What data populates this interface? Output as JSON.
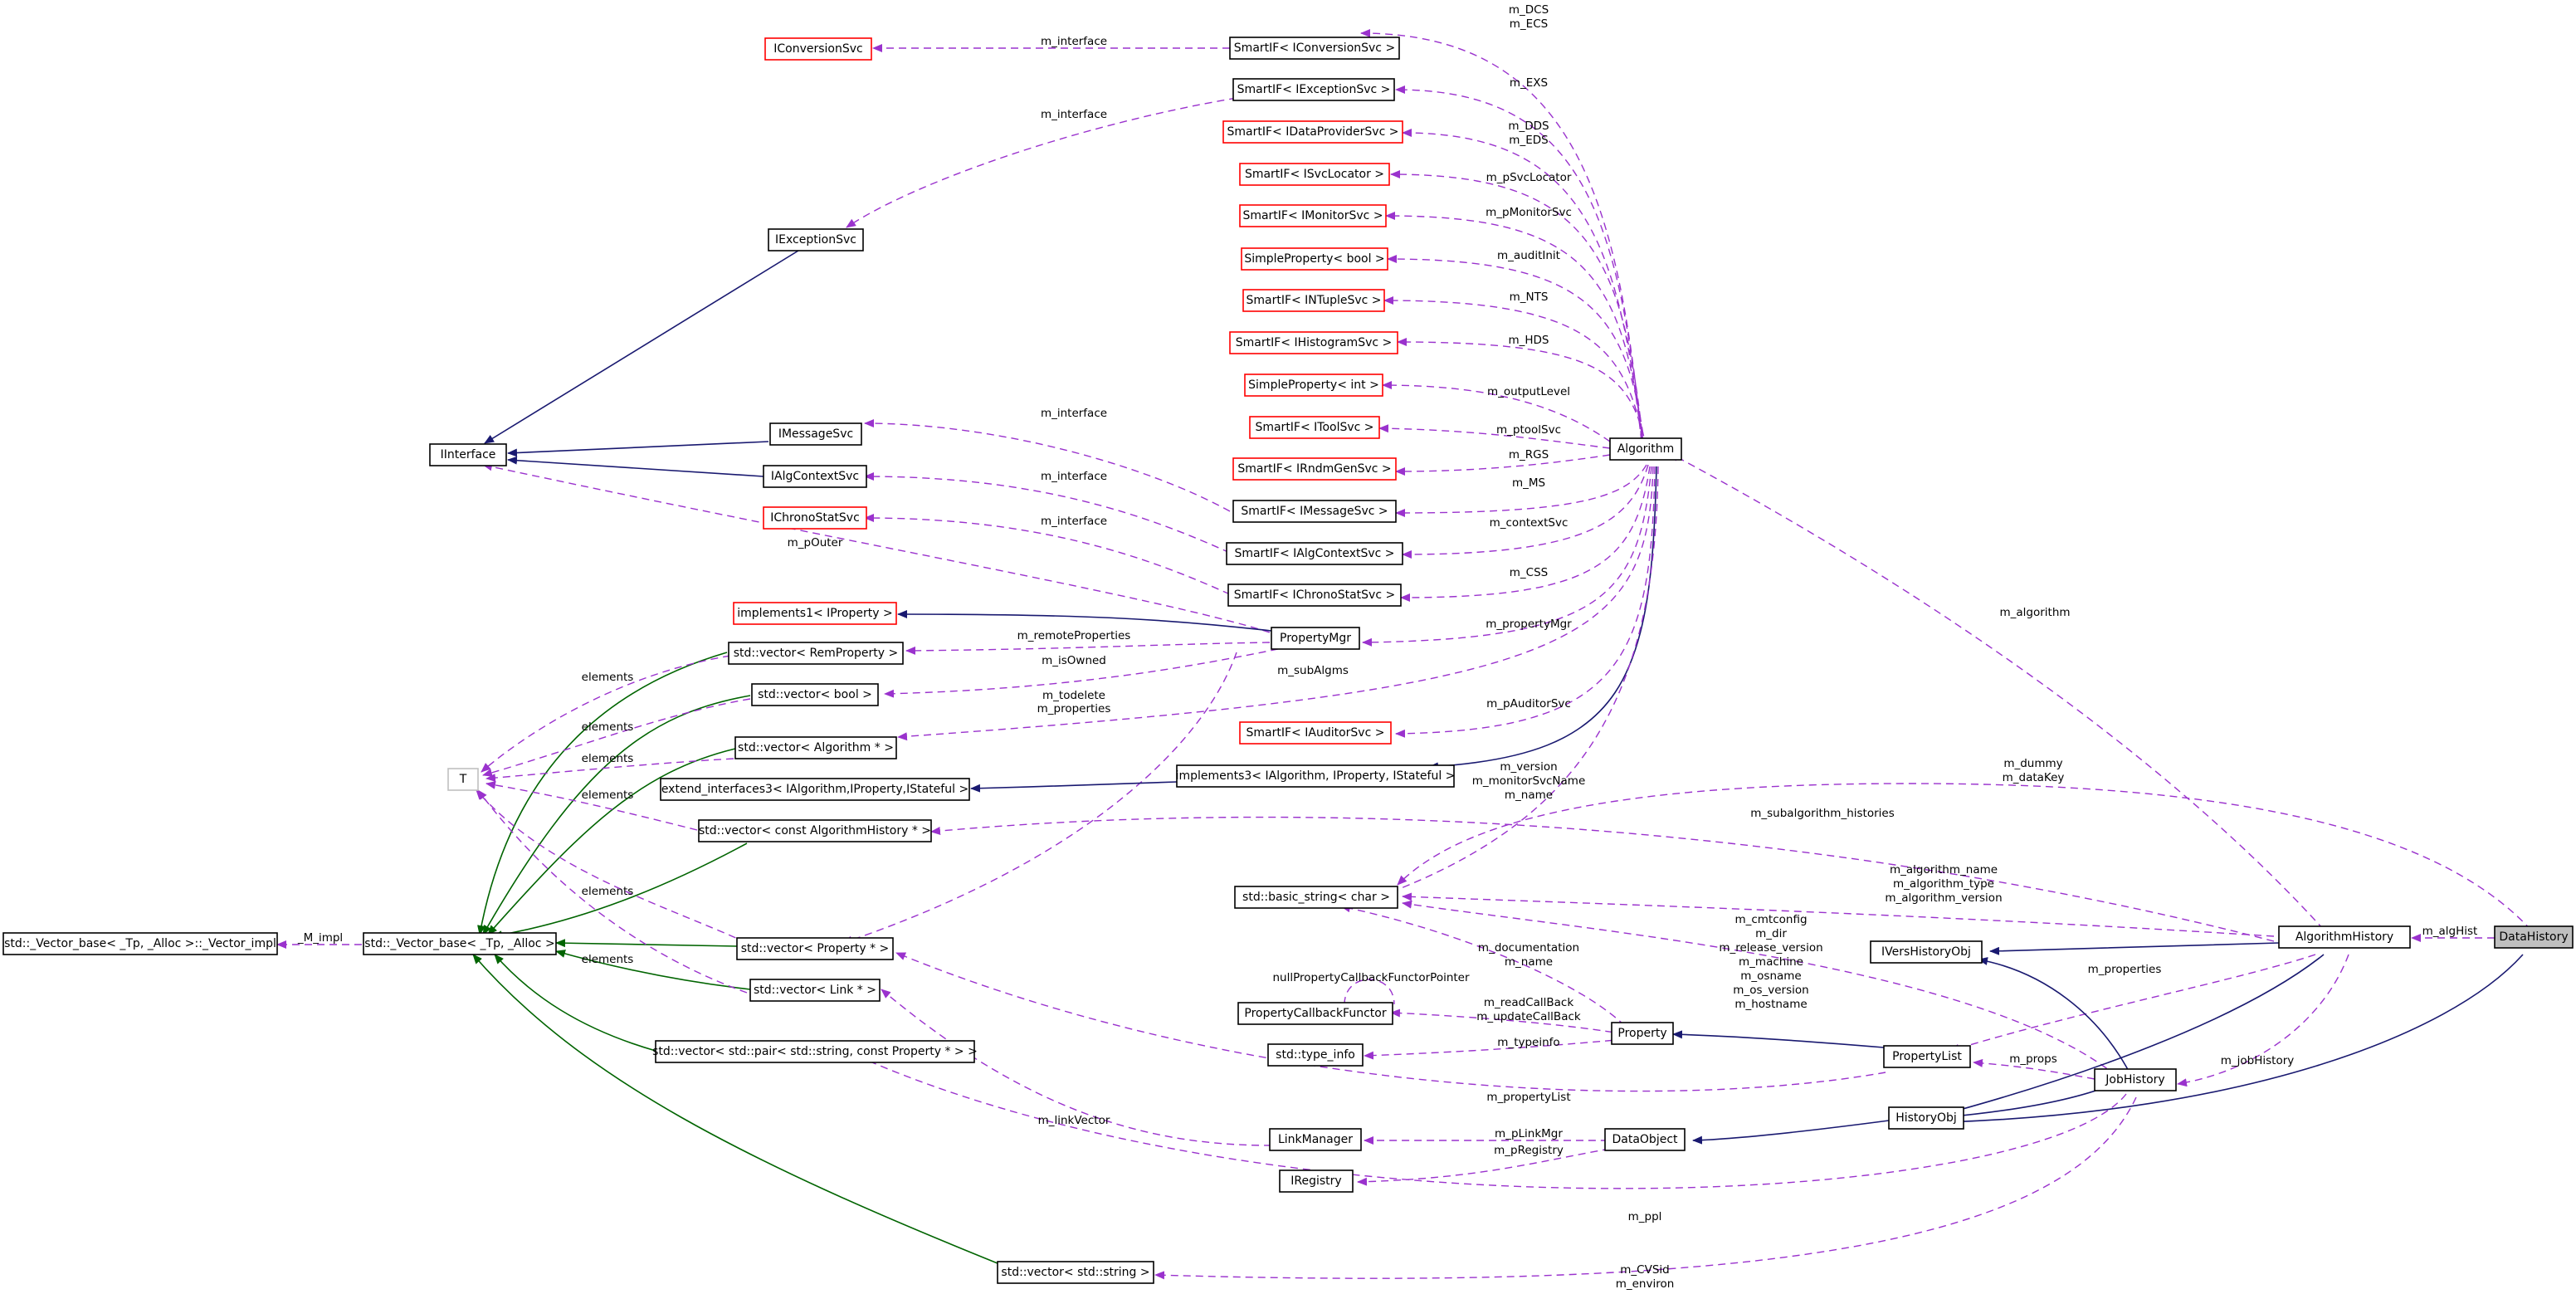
{
  "colors": {
    "usage_edge": "#9a32cd",
    "inheritance_edge": "#191970",
    "template_edge": "#006400",
    "undocumented_border": "#ff0000",
    "highlight_fill": "#bfbfbf"
  },
  "nodes": {
    "IConversionSvc": "IConversionSvc",
    "SmartIF_IConversionSvc": "SmartIF< IConversionSvc >",
    "SmartIF_IExceptionSvc": "SmartIF< IExceptionSvc >",
    "SmartIF_IDataProviderSvc": "SmartIF< IDataProviderSvc >",
    "SmartIF_ISvcLocator": "SmartIF< ISvcLocator >",
    "SmartIF_IMonitorSvc": "SmartIF< IMonitorSvc >",
    "SimpleProperty_bool": "SimpleProperty< bool >",
    "SmartIF_INTupleSvc": "SmartIF< INTupleSvc >",
    "SmartIF_IHistogramSvc": "SmartIF< IHistogramSvc >",
    "SimpleProperty_int": "SimpleProperty< int >",
    "SmartIF_IToolSvc": "SmartIF< IToolSvc >",
    "SmartIF_IRndmGenSvc": "SmartIF< IRndmGenSvc >",
    "SmartIF_IMessageSvc": "SmartIF< IMessageSvc >",
    "SmartIF_IAlgContextSvc": "SmartIF< IAlgContextSvc >",
    "SmartIF_IChronoStatSvc": "SmartIF< IChronoStatSvc >",
    "SmartIF_IAuditorSvc": "SmartIF< IAuditorSvc >",
    "IExceptionSvc": "IExceptionSvc",
    "IInterface": "IInterface",
    "IMessageSvc": "IMessageSvc",
    "IAlgContextSvc": "IAlgContextSvc",
    "IChronoStatSvc": "IChronoStatSvc",
    "implements1_IProperty": "implements1< IProperty >",
    "PropertyMgr": "PropertyMgr",
    "vector_RemProperty": "std::vector< RemProperty >",
    "vector_bool": "std::vector< bool >",
    "vector_Algorithm": "std::vector< Algorithm * >",
    "extend_interfaces3": "extend_interfaces3< IAlgorithm,IProperty,IStateful >",
    "implements3": "implements3< IAlgorithm, IProperty, IStateful >",
    "vector_AlgorithmHistory": "std::vector< const AlgorithmHistory * >",
    "T": "T",
    "Vector_base_impl": "std::_Vector_base< _Tp, _Alloc >::_Vector_impl",
    "Vector_base": "std::_Vector_base< _Tp, _Alloc >",
    "vector_Property": "std::vector< Property * >",
    "vector_Link": "std::vector< Link * >",
    "vector_pair": "std::vector< std::pair< std::string, const Property * > >",
    "vector_string": "std::vector< std::string >",
    "Algorithm": "Algorithm",
    "basic_string": "std::basic_string< char >",
    "PropertyCallbackFunctor": "PropertyCallbackFunctor",
    "type_info": "std::type_info",
    "Property": "Property",
    "LinkManager": "LinkManager",
    "IRegistry": "IRegistry",
    "DataObject": "DataObject",
    "IVersHistoryObj": "IVersHistoryObj",
    "PropertyList": "PropertyList",
    "HistoryObj": "HistoryObj",
    "AlgorithmHistory": "AlgorithmHistory",
    "JobHistory": "JobHistory",
    "DataHistory": "DataHistory"
  },
  "edge_labels": {
    "m_interface_conv": "m_interface",
    "m_interface_exc": "m_interface",
    "m_interface_msg": "m_interface",
    "m_interface_ctx": "m_interface",
    "m_interface_chr": "m_interface",
    "m_DCS_ECS": [
      "m_DCS",
      "m_ECS"
    ],
    "m_EXS": "m_EXS",
    "m_DDS_EDS": [
      "m_DDS",
      "m_EDS"
    ],
    "m_pSvcLocator": "m_pSvcLocator",
    "m_pMonitorSvc": "m_pMonitorSvc",
    "m_auditInit": "m_auditInit",
    "m_NTS": "m_NTS",
    "m_HDS": "m_HDS",
    "m_outputLevel": "m_outputLevel",
    "m_ptoolSvc": "m_ptoolSvc",
    "m_RGS": "m_RGS",
    "m_MS": "m_MS",
    "m_contextSvc": "m_contextSvc",
    "m_CSS": "m_CSS",
    "m_propertyMgr": "m_propertyMgr",
    "m_subAlgms": "m_subAlgms",
    "m_pAuditorSvc": "m_pAuditorSvc",
    "m_pOuter": "m_pOuter",
    "m_remoteProperties": "m_remoteProperties",
    "m_isOwned": "m_isOwned",
    "m_todelete_properties": [
      "m_todelete",
      "m_properties"
    ],
    "algo_strings": [
      "m_version",
      "m_monitorSvcName",
      "m_name"
    ],
    "m_dummy_dataKey": [
      "m_dummy",
      "m_dataKey"
    ],
    "m_subalgorithm_histories": "m_subalgorithm_histories",
    "algorithm_hist_strings": [
      "m_algorithm_name",
      "m_algorithm_type",
      "m_algorithm_version"
    ],
    "job_strings": [
      "m_cmtconfig",
      "m_dir",
      "m_release_version",
      "m_machine",
      "m_osname",
      "m_os_version",
      "m_hostname"
    ],
    "m_documentation_name": [
      "m_documentation",
      "m_name"
    ],
    "nullPropertyCallbackFunctorPointer": "nullPropertyCallbackFunctorPointer",
    "m_read_update": [
      "m_readCallBack",
      "m_updateCallBack"
    ],
    "m_typeinfo": "m_typeinfo",
    "m_propertyList": "m_propertyList",
    "m_linkVector": "m_linkVector",
    "m_pLinkMgr": "m_pLinkMgr",
    "m_pRegistry": "m_pRegistry",
    "m_ppl": "m_ppl",
    "m_CVSid_environ": [
      "m_CVSid",
      "m_environ"
    ],
    "m_algorithm": "m_algorithm",
    "m_algHist": "m_algHist",
    "m_properties_ah": "m_properties",
    "m_props": "m_props",
    "m_jobHistory": "m_jobHistory",
    "M_impl": "_M_impl",
    "elements_1": "elements",
    "elements_2": "elements",
    "elements_3": "elements",
    "elements_4": "elements",
    "elements_5": "elements",
    "elements_6": "elements"
  }
}
